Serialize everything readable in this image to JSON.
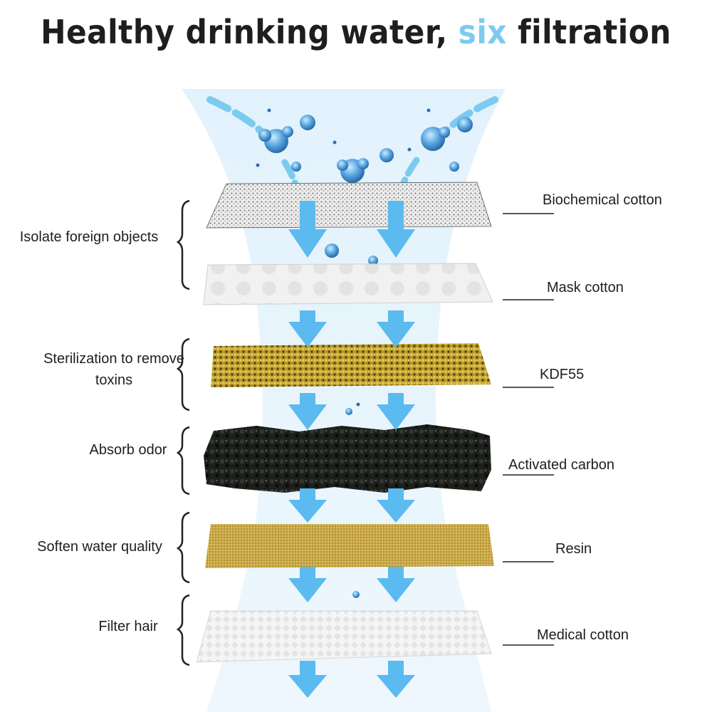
{
  "title": {
    "before": "Healthy drinking water, ",
    "highlight": "six",
    "after": " filtration"
  },
  "colors": {
    "accent": "#7ccbef",
    "arrow": "#5bbaf0",
    "glow": "#e2f2fc",
    "text": "#1e1e1e"
  },
  "layers": [
    {
      "name": "Biochemical cotton"
    },
    {
      "name": "Mask cotton"
    },
    {
      "name": "KDF55"
    },
    {
      "name": "Activated carbon"
    },
    {
      "name": "Resin"
    },
    {
      "name": "Medical cotton"
    }
  ],
  "functions": [
    {
      "label": "Isolate foreign objects"
    },
    {
      "label": "Sterilization to remove toxins"
    },
    {
      "label": "Absorb odor"
    },
    {
      "label": "Soften water quality"
    },
    {
      "label": "Filter hair"
    }
  ]
}
